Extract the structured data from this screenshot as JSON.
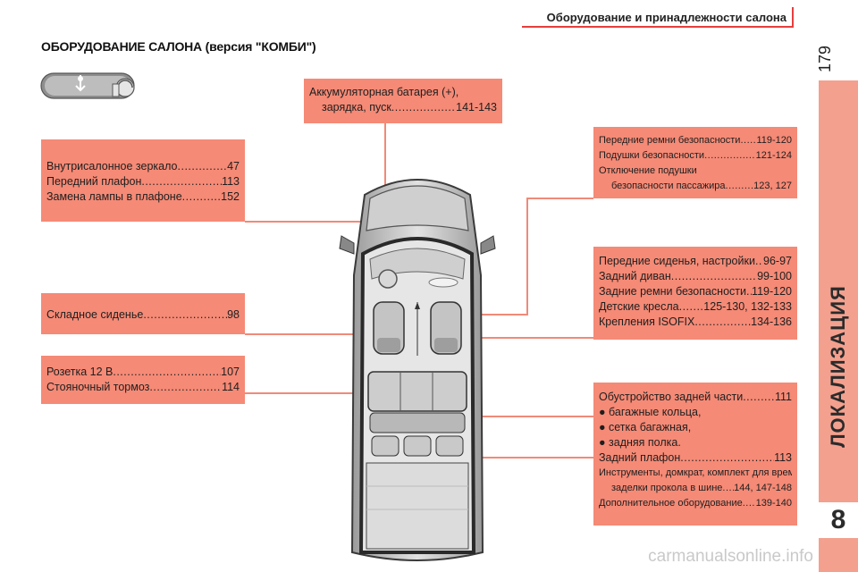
{
  "header": {
    "title": "Оборудование и принадлежности салона",
    "page_number": "179"
  },
  "side_tab": {
    "chapter": "ЛОКАЛИЗАЦИЯ",
    "number": "8"
  },
  "section_title": "ОБОРУДОВАНИЕ САЛОНА (версия \"КОМБИ\")",
  "colors": {
    "box": "#f58a76",
    "band": "#f4a08e",
    "leader": "#f08a78",
    "accent_rule": "#e63e3e"
  },
  "icons": [
    "mirror-icon"
  ],
  "boxes": {
    "battery": {
      "rows": [
        {
          "label": "Аккумуляторная батарея (+),",
          "page": ""
        },
        {
          "label": "зарядка, пуск ",
          "page": "141-143"
        }
      ]
    },
    "mirror": {
      "rows": [
        {
          "label": "Внутрисалонное зеркало ",
          "page": "47"
        },
        {
          "label": "Передний плафон ",
          "page": "113"
        },
        {
          "label": "Замена лампы в плафоне ",
          "page": "152"
        }
      ]
    },
    "folding_seat": {
      "rows": [
        {
          "label": "Складное сиденье ",
          "page": "98"
        }
      ]
    },
    "socket": {
      "rows": [
        {
          "label": "Розетка 12 В ",
          "page": "107"
        },
        {
          "label": "Стояночный тормоз ",
          "page": "114"
        }
      ]
    },
    "belts": {
      "rows": [
        {
          "label": "Передние ремни  безопасности ",
          "page": "119-120"
        },
        {
          "label": "Подушки безопасности ",
          "page": "121-124"
        },
        {
          "label": "Отключение подушки",
          "page": ""
        },
        {
          "label": "безопасности пассажира ",
          "page": "123, 127"
        }
      ]
    },
    "seats": {
      "rows": [
        {
          "label": "Передние сиденья, настройки ",
          "page": "96-97"
        },
        {
          "label": "Задний диван ",
          "page": "99-100"
        },
        {
          "label": "Задние ремни безопасности ",
          "page": "119-120"
        },
        {
          "label": "Детские кресла",
          "page": "125-130, 132-133"
        },
        {
          "label": "Крепления ISOFIX",
          "page": "134-136"
        }
      ]
    },
    "rear": {
      "rows": [
        {
          "label": "Обустройство задней части ",
          "page": "111"
        },
        {
          "label": "● багажные кольца,",
          "page": ""
        },
        {
          "label": "● сетка багажная,",
          "page": ""
        },
        {
          "label": "● задняя полка.",
          "page": ""
        },
        {
          "label": "Задний плафон ",
          "page": "113"
        },
        {
          "label": "Инструменты, домкрат, комплект для временной",
          "page": ""
        },
        {
          "label": "заделки прокола в шине",
          "page": "144, 147-148"
        },
        {
          "label": "Дополнительное оборудование ",
          "page": "139-140"
        }
      ]
    }
  },
  "footer": {
    "watermark": "carmanualsonline.info"
  }
}
